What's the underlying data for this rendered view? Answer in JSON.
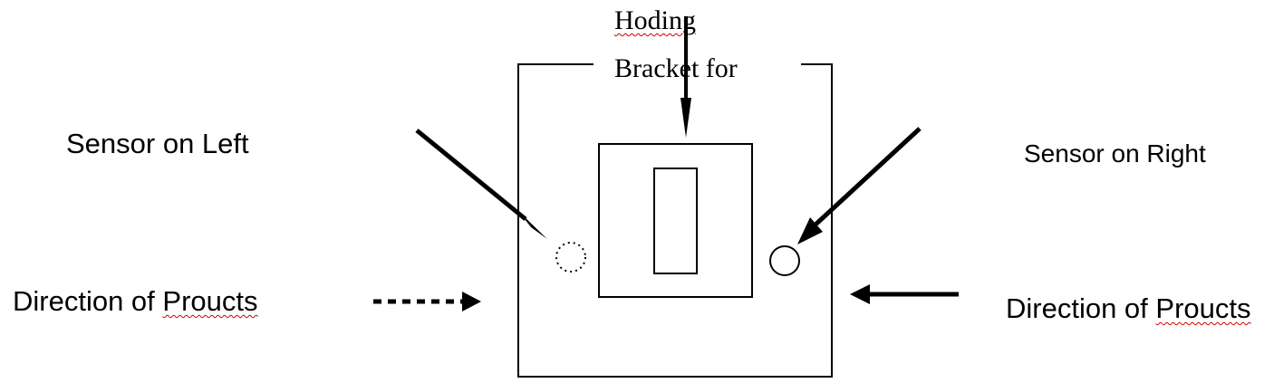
{
  "labels": {
    "sensor_left": "Sensor on Left",
    "sensor_right": "Sensor on Right",
    "direction_left_prefix": "Direction of ",
    "direction_left_word": "Proucts",
    "direction_right_prefix": "Direction of ",
    "direction_right_word": "Proucts",
    "holding_line1": "Hoding",
    "holding_line2": "Bracket for"
  },
  "colors": {
    "ink": "#000000",
    "spellcheck_underline": "#d00000",
    "background": "#ffffff"
  },
  "icons": {
    "left_sensor": "dotted-circle-icon",
    "right_sensor": "solid-circle-icon",
    "left_direction_arrow": "dashed-arrow-right-icon",
    "right_direction_arrow": "solid-arrow-left-icon"
  }
}
